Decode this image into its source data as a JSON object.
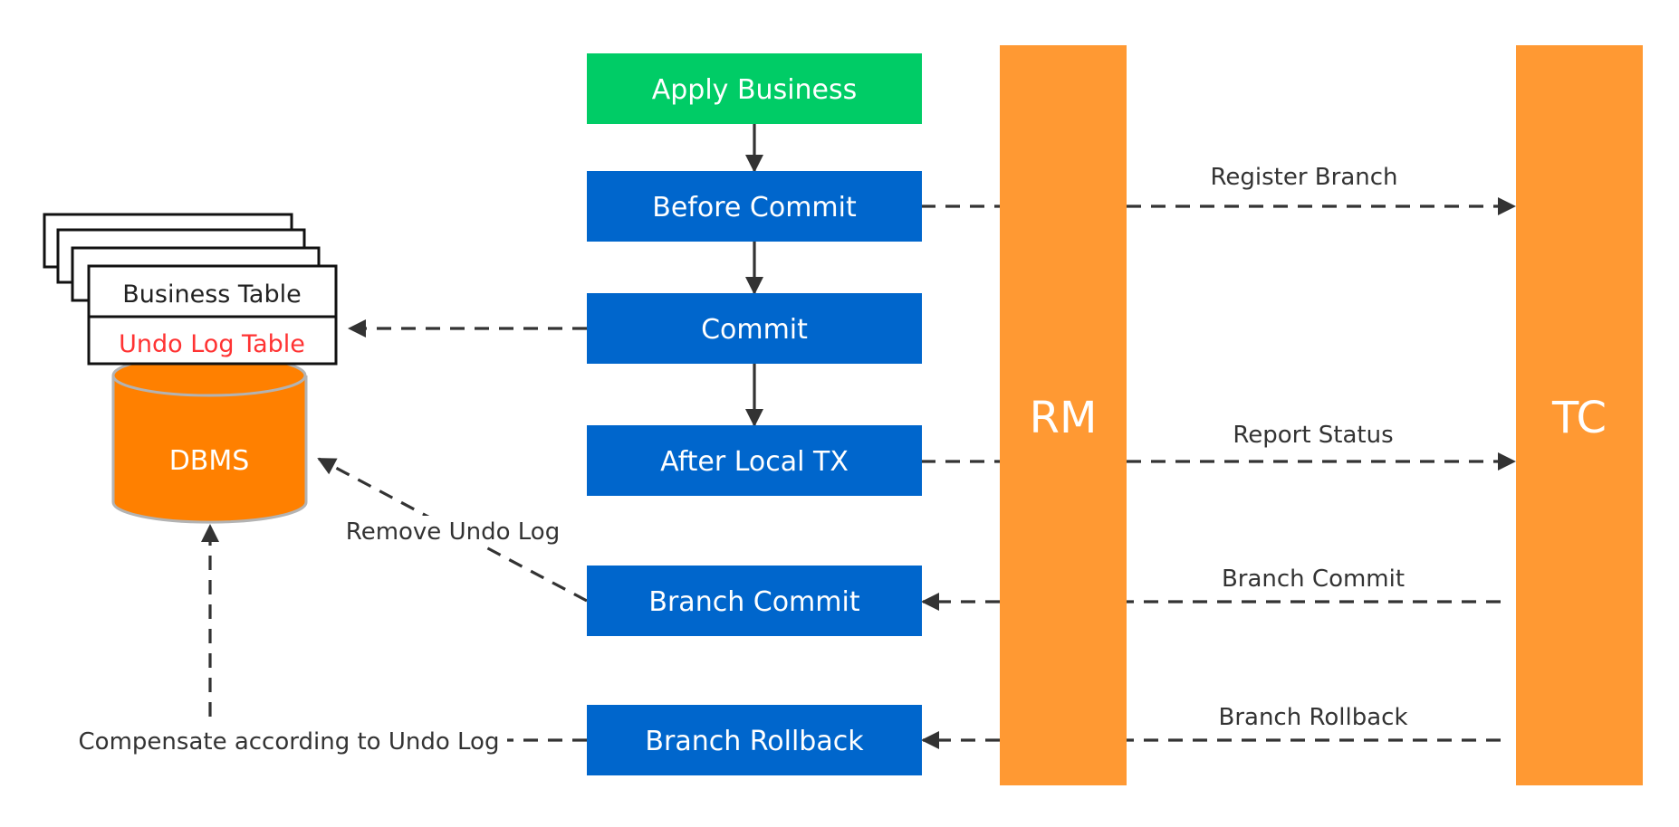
{
  "colors": {
    "green": "#00CC66",
    "blue": "#0066CC",
    "orange_lane": "#FF9933",
    "orange_db": "#FF8000",
    "undo_red": "#FF3333",
    "arrow": "#333333"
  },
  "lanes": {
    "rm": "RM",
    "tc": "TC"
  },
  "steps": {
    "apply_business": "Apply Business",
    "before_commit": "Before Commit",
    "commit": "Commit",
    "after_local_tx": "After Local TX",
    "branch_commit": "Branch Commit",
    "branch_rollback": "Branch Rollback"
  },
  "storage": {
    "business_table": "Business Table",
    "undo_log_table": "Undo Log Table",
    "dbms": "DBMS"
  },
  "edges": {
    "register_branch": "Register Branch",
    "report_status": "Report Status",
    "branch_commit": "Branch Commit",
    "branch_rollback": "Branch Rollback",
    "remove_undo_log": "Remove Undo Log",
    "compensate": "Compensate according to Undo Log"
  }
}
